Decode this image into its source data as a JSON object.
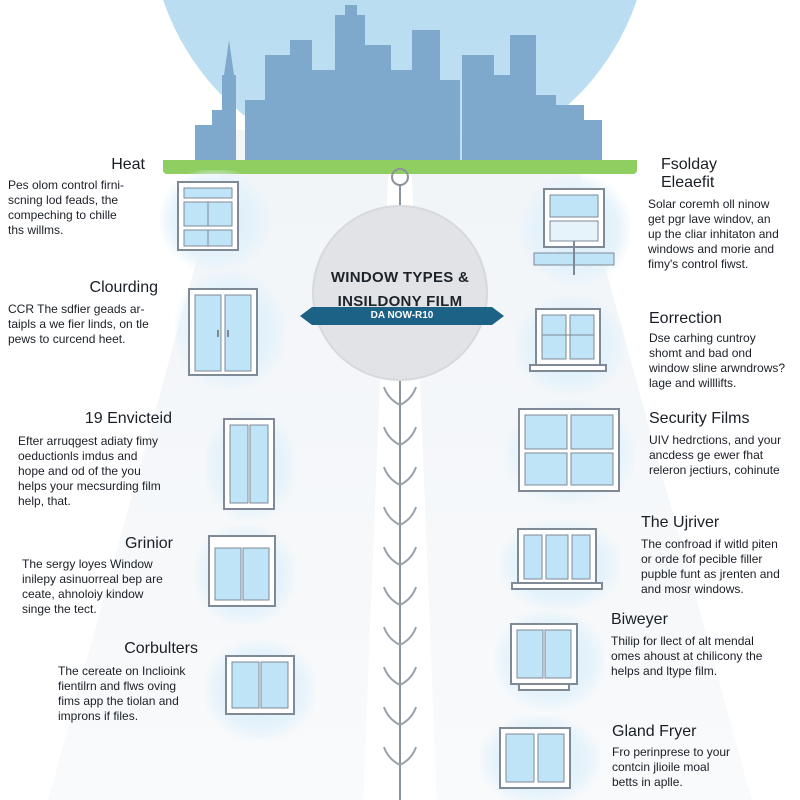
{
  "center": {
    "title_line1": "WINDOW TYPES &",
    "title_line2": "INSILDONY FILM",
    "ribbon": "DA NOW-R10"
  },
  "left_entries": [
    {
      "heading": "Heat",
      "lines": [
        "Pes olom control firni-",
        "scning lod feads, the",
        "compeching to chille",
        "ths willms."
      ]
    },
    {
      "heading": "Clourding",
      "lines": [
        "CCR The sdfier geads ar-",
        "taipls a we fier linds, on tle",
        "pews to curcend heet."
      ]
    },
    {
      "heading": "19 Envicteid",
      "lines": [
        "Efter arruqgest adiaty fimy",
        "oeductionls imdus and",
        "hope and od of the you",
        "helps your mecsurding film",
        "help, that."
      ]
    },
    {
      "heading": "Grinior",
      "lines": [
        "The sergy loyes Window",
        "inilepy asinuorreal bep are",
        "ceate, ahnoloiy kindow",
        "singe the tect."
      ]
    },
    {
      "heading": "Corbulters",
      "lines": [
        "The cereate on Inclioink",
        "fientilrn and flws oving",
        "fims app the tiolan and",
        "improns if files."
      ]
    }
  ],
  "right_entries": [
    {
      "heading_lines": [
        "Fsolday",
        "Eleaefit"
      ],
      "lines": [
        "Solar coremh oll ninow",
        "get pgr lave windov, an",
        "up the cliar inhitaton and",
        "windows and morie and",
        "fimy's control fiwst."
      ]
    },
    {
      "heading_lines": [
        "Eorrection"
      ],
      "lines": [
        "Dse carhing cuntroy",
        "shomt and bad ond",
        "window sline arwndrows?",
        "lage and willlifts."
      ]
    },
    {
      "heading_lines": [
        "Security Films"
      ],
      "lines": [
        "UIV hedrctions, and your",
        "ancdess ge ewer fhat",
        "releron jectiurs, cohinute"
      ]
    },
    {
      "heading_lines": [
        "The Ujriver"
      ],
      "lines": [
        "The confroad if witld piten",
        "or orde fof pecible filler",
        "pupble funt as jrenten and",
        "and mosr windows."
      ]
    },
    {
      "heading_lines": [
        "Biweyer"
      ],
      "lines": [
        "Thilip for llect of alt mendal",
        "omes ahoust at chilicony the",
        "helps and ltype film."
      ]
    },
    {
      "heading_lines": [
        "Gland Fryer"
      ],
      "lines": [
        "Fro perinprese to your",
        "contcin jlioile moal",
        "betts in aplle."
      ]
    }
  ],
  "colors": {
    "sky": "#c6e3f4",
    "buildings": "#7ea9cc",
    "grass": "#8fcf62",
    "ribbon": "#1c6186",
    "glass": "#bfe3f7",
    "frame": "#7f8a96"
  },
  "icons": [
    "city-skyline-icon",
    "window-icon"
  ]
}
